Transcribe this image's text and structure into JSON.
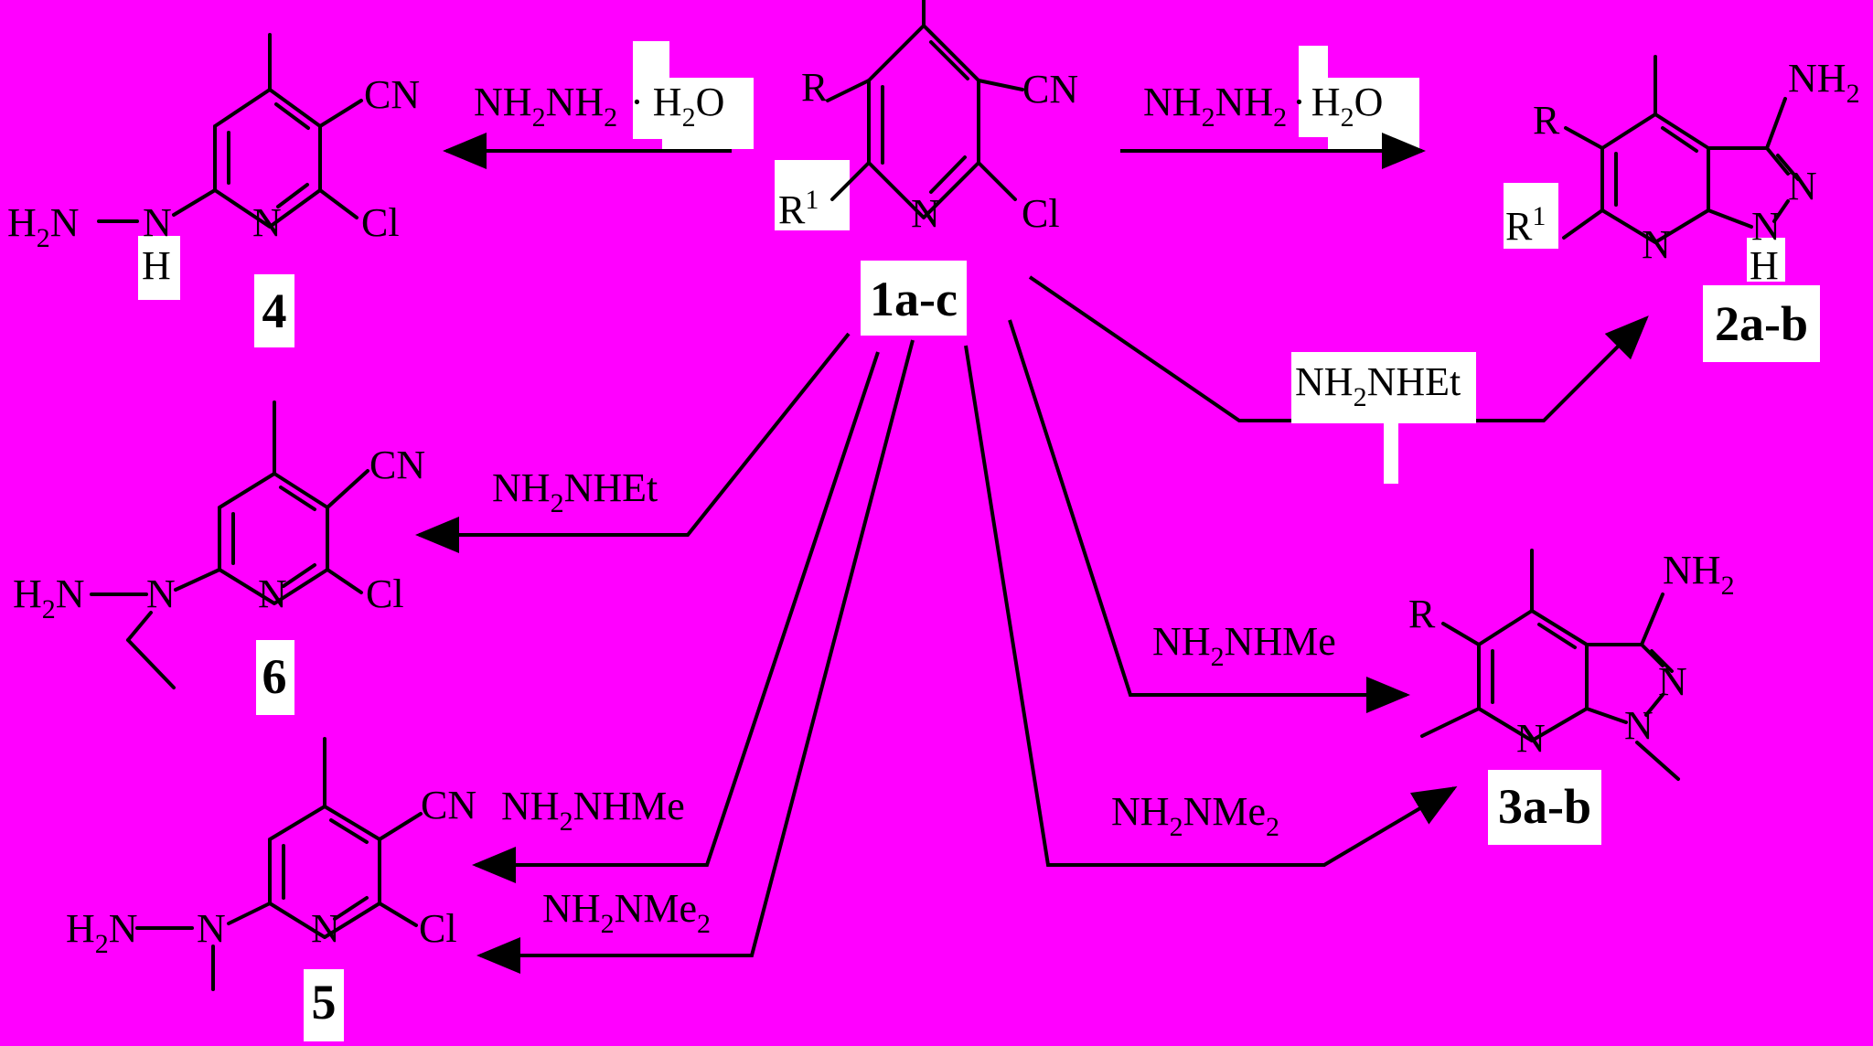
{
  "background_color": "#ff00ff",
  "compounds": {
    "c1": "1a-c",
    "c2": "2a-b",
    "c3": "3a-b",
    "c4": "4",
    "c5": "5",
    "c6": "6"
  },
  "atoms": {
    "CN": "CN",
    "Cl": "Cl",
    "N": "N",
    "H": "H",
    "R": "R",
    "R1": "R",
    "R1_sup": "1",
    "NH2": "NH",
    "NH2_sub": "2",
    "H2N_H": "H",
    "H2N_sub": "2",
    "H2N_N": "N"
  },
  "reagents": {
    "hydrazine_hydrate": "NH2NH2 · H2O",
    "ethylhydrazine": "NH2NHEt",
    "methylhydrazine": "NH2NHMe",
    "dimethylhydrazine": "NH2NMe2"
  },
  "reagent_parts": {
    "NH": "NH",
    "two": "2",
    "NH2_tail": "NH",
    "dot": "·",
    "H": "H",
    "O": "O",
    "NHEt": "NHEt",
    "NHMe": "NHMe",
    "NMe": "NMe"
  }
}
